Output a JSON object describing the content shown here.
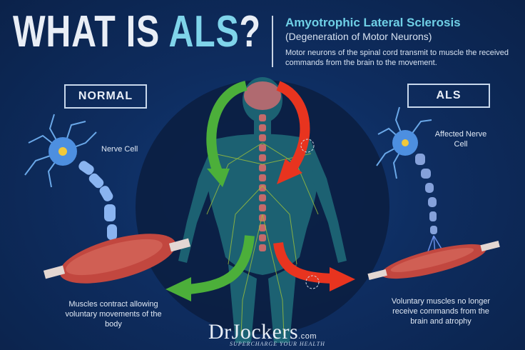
{
  "title": {
    "prefix": "WHAT IS ",
    "highlight": "ALS",
    "suffix": "?"
  },
  "subtitle": {
    "line1": "Amyotrophic Lateral Sclerosis",
    "line2": "(Degeneration of Motor Neurons)",
    "description": "Motor neurons of the spinal cord transmit to muscle the received commands from the brain to the movement."
  },
  "left": {
    "box_label": "NORMAL",
    "nerve_label": "Nerve Cell",
    "caption": "Muscles contract allowing voluntary movements of the body"
  },
  "right": {
    "box_label": "ALS",
    "nerve_label": "Affected Nerve Cell",
    "caption": "Voluntary muscles no longer receive commands from the brain and atrophy"
  },
  "logo": {
    "main": "DrJockers",
    "suffix": ".com",
    "tagline": "SUPERCHARGE YOUR HEALTH"
  },
  "colors": {
    "background": "#0d2a57",
    "accent": "#7fd4ea",
    "green_arrow": "#4caf3a",
    "red_arrow": "#e8341f",
    "muscle": "#c2473f"
  }
}
